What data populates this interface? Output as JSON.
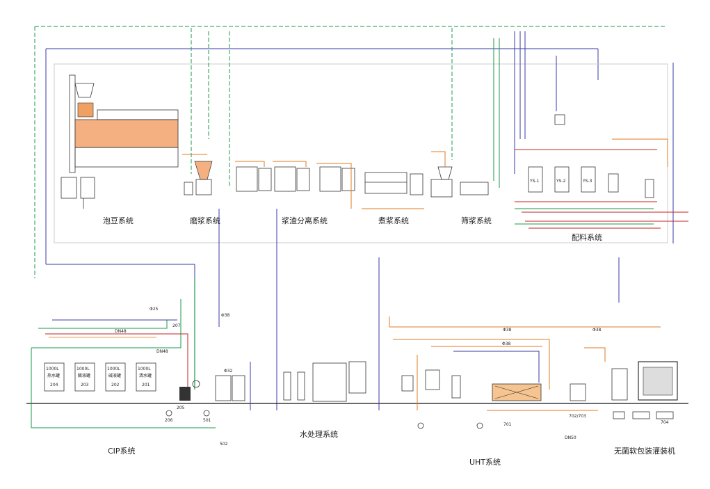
{
  "colors": {
    "pipe_green": "#1a9a4a",
    "pipe_blue": "#3a3aa8",
    "pipe_red": "#c82020",
    "pipe_orange": "#e07a20",
    "equipment": "#333333",
    "border": "#bbbbbb"
  },
  "systems": {
    "soaking": "泡豆系统",
    "grinding": "磨浆系统",
    "separation": "浆渣分离系统",
    "boiling": "煮浆系统",
    "screening": "筛浆系统",
    "blending": "配料系统",
    "cip": "CIP系统",
    "water": "水处理系统",
    "uht": "UHT系统",
    "filling": "无菌软包装灌装机"
  },
  "cip_tanks": [
    {
      "volume": "1000L",
      "name": "热水罐",
      "id": "204"
    },
    {
      "volume": "1000L",
      "name": "酸液罐",
      "id": "203"
    },
    {
      "volume": "1000L",
      "name": "碱液罐",
      "id": "202"
    },
    {
      "volume": "1000L",
      "name": "清水罐",
      "id": "201"
    }
  ],
  "blend_tanks": [
    "YS-1",
    "YS-2",
    "YS-3"
  ],
  "pipe_tags": {
    "phi38_a": "Φ38",
    "phi38_b": "Φ38",
    "phi38_c": "Φ38",
    "phi38_d": "Φ38",
    "phi25": "Φ25",
    "phi32": "Φ32",
    "dn48_a": "DN48",
    "dn48_b": "DN48",
    "dn50": "DN50",
    "tag_205": "205",
    "tag_206": "206",
    "tag_207": "207",
    "tag_501": "501",
    "tag_502": "502",
    "tag_701": "701",
    "tag_704": "704",
    "tag_702": "702/703"
  }
}
